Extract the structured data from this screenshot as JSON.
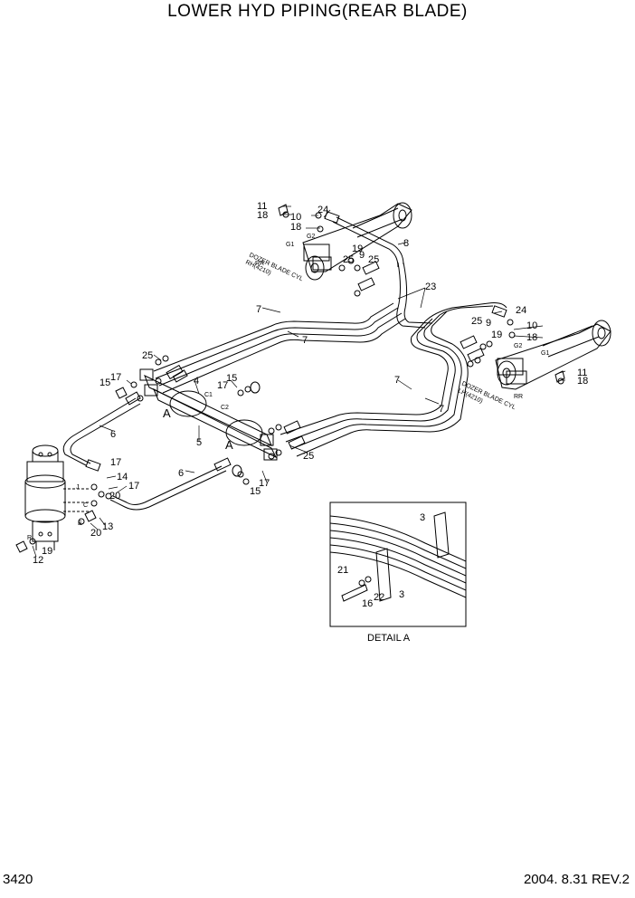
{
  "header": {
    "title": "LOWER HYD PIPING(REAR BLADE)"
  },
  "footer": {
    "page_number": "3420",
    "revision": "2004. 8.31  REV.2"
  },
  "cylinder_labels": {
    "rh_line1": "DOZER BLADE CYL",
    "rh_line2": "RH(4210)",
    "lh_line1": "DOZER BLADE CYL",
    "lh_line2": "LH(4210)"
  },
  "port_labels": {
    "g1": "G1",
    "g2": "G2",
    "rr": "RR",
    "c1": "C1",
    "c2": "C2",
    "j": "J",
    "c": "C",
    "e": "E",
    "r": "R"
  },
  "detail": {
    "label": "DETAIL  A",
    "section_marker": "A"
  },
  "part_callouts": [
    "11",
    "18",
    "10",
    "24",
    "8",
    "G1",
    "19",
    "9",
    "25",
    "23",
    "25",
    "9",
    "24",
    "19",
    "10",
    "18",
    "11",
    "18",
    "7",
    "7",
    "7",
    "7",
    "25",
    "17",
    "15",
    "4",
    "15",
    "17",
    "6",
    "5",
    "25",
    "17",
    "15",
    "6",
    "17",
    "14",
    "17",
    "20",
    "13",
    "20",
    "12",
    "19",
    "3",
    "21",
    "16",
    "22",
    "3"
  ]
}
